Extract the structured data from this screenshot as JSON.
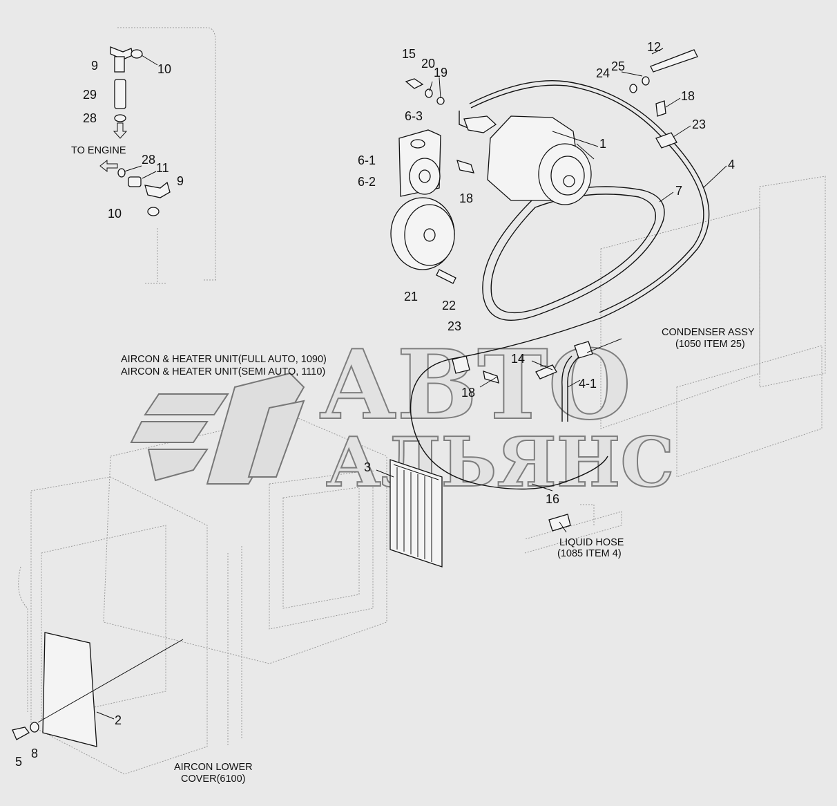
{
  "watermark": {
    "line1": "АВТО",
    "line2": "АЛЬЯНС"
  },
  "notes": {
    "to_engine": "TO ENGINE",
    "aircon_full": "AIRCON & HEATER UNIT(FULL AUTO, 1090)",
    "aircon_semi": "AIRCON & HEATER UNIT(SEMI AUTO, 1110)",
    "condenser_1": "CONDENSER ASSY",
    "condenser_2": "(1050 ITEM 25)",
    "liquid_1": "LIQUID HOSE",
    "liquid_2": "(1085 ITEM 4)",
    "lower_1": "AIRCON LOWER",
    "lower_2": "COVER(6100)"
  },
  "part_labels": {
    "p9a": "9",
    "p10a": "10",
    "p29": "29",
    "p28a": "28",
    "p28b": "28",
    "p11": "11",
    "p9b": "9",
    "p10b": "10",
    "p15": "15",
    "p20": "20",
    "p19": "19",
    "p6_3": "6-3",
    "p6_1": "6-1",
    "p6_2": "6-2",
    "p18a": "18",
    "p21": "21",
    "p22": "22",
    "p23a": "23",
    "p12": "12",
    "p25": "25",
    "p24": "24",
    "p18b": "18",
    "p23b": "23",
    "p1": "1",
    "p4": "4",
    "p7": "7",
    "p14": "14",
    "p18c": "18",
    "p4_1": "4-1",
    "p3": "3",
    "p16": "16",
    "p2": "2",
    "p5": "5",
    "p8": "8"
  }
}
